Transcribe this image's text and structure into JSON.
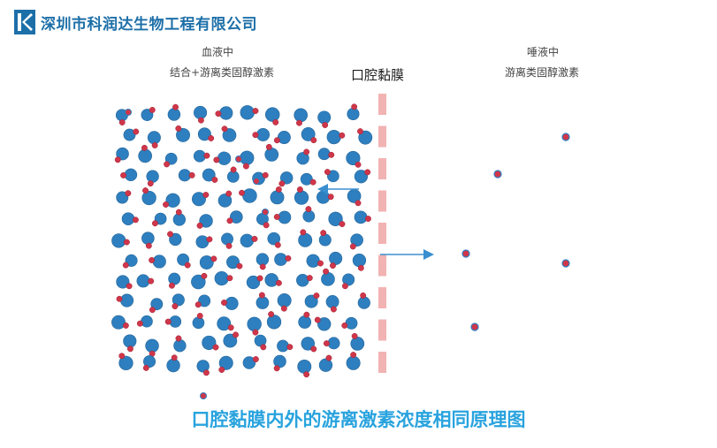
{
  "header": {
    "company_name": "深圳市科润达生物工程有限公司",
    "logo_icon": "k-logo-icon",
    "brand_color": "#1d6fa8"
  },
  "diagram": {
    "blood_title": "血液中",
    "blood_subtitle": "结合+游离类固醇激素",
    "membrane_label": "口腔黏膜",
    "saliva_title": "唾液中",
    "saliva_subtitle": "游离类固醇激素",
    "caption": "口腔黏膜内外的游离激素浓度相同原理图",
    "colors": {
      "binding_protein": "#2e7fbf",
      "hormone": "#d0364a",
      "membrane": "#f2b3b3",
      "arrow": "#3a8fd0",
      "caption": "#29a3de"
    }
  }
}
